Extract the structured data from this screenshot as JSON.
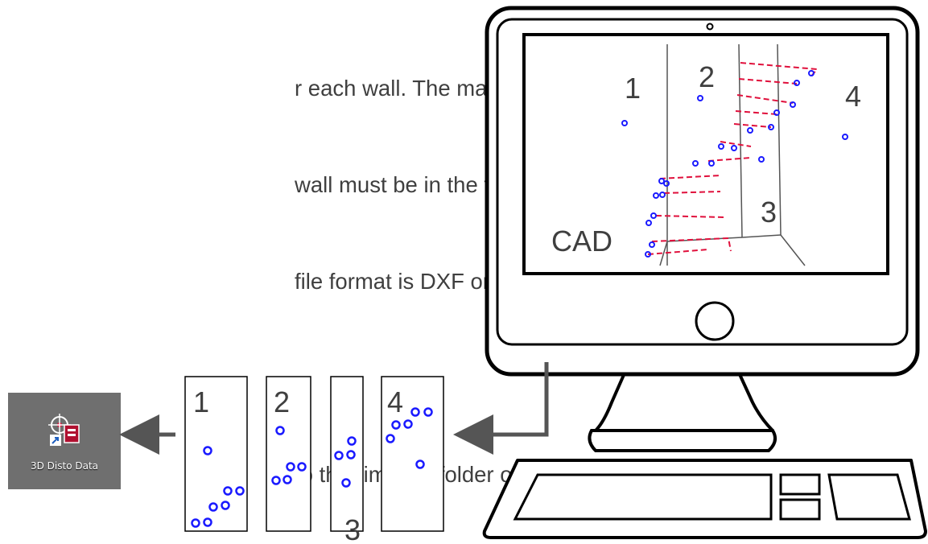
{
  "text_lines": [
    "r each wall. The marked",
    "wall must be in the file,",
    "file format is DXF or",
    "",
    "to the „import“ folder on"
  ],
  "app_icon": {
    "label": "3D Disto Data",
    "icon_name": "3d-disto-data-shortcut-icon"
  },
  "screen": {
    "label_cad": "CAD",
    "wall_numbers": [
      "1",
      "2",
      "3",
      "4"
    ]
  },
  "wall_files": [
    {
      "number": "1"
    },
    {
      "number": "2"
    },
    {
      "number": "3"
    },
    {
      "number": "4"
    }
  ],
  "colors": {
    "point_blue": "#1a1aff",
    "dash_red": "#e0103c",
    "arrow_gray": "#555555",
    "tile_gray": "#6f6f6f",
    "text_gray": "#3f3f3f"
  }
}
